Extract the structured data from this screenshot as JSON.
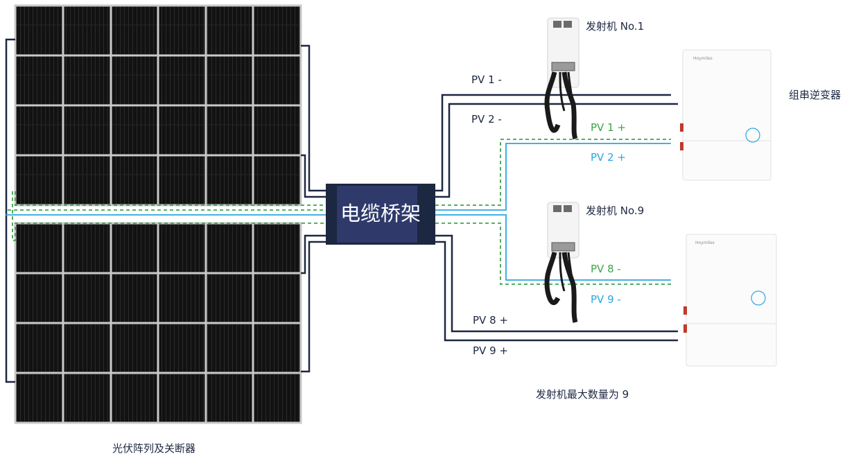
{
  "colors": {
    "navy": "#1c2741",
    "green_dashed": "#3aa64a",
    "cyan": "#29a6e0",
    "panel": "#141414",
    "panel_frame": "#cfcfcf",
    "tray_fill": "#2a3569"
  },
  "labels": {
    "pv1_minus": "PV 1 -",
    "pv2_minus": "PV 2 -",
    "pv1_plus": "PV 1 +",
    "pv2_plus": "PV 2 +",
    "pv8_minus": "PV 8 -",
    "pv9_minus": "PV 9 -",
    "pv8_plus": "PV 8 +",
    "pv9_plus": "PV 9 +",
    "transmitter_1": "发射机 No.1",
    "transmitter_9": "发射机 No.9",
    "inverter": "组串逆变器",
    "cable_tray": "电缆桥架",
    "pv_array_caption": "光伏阵列及关断器",
    "max_transmitters": "发射机最大数量为 9",
    "brand": "Hoymiles"
  }
}
